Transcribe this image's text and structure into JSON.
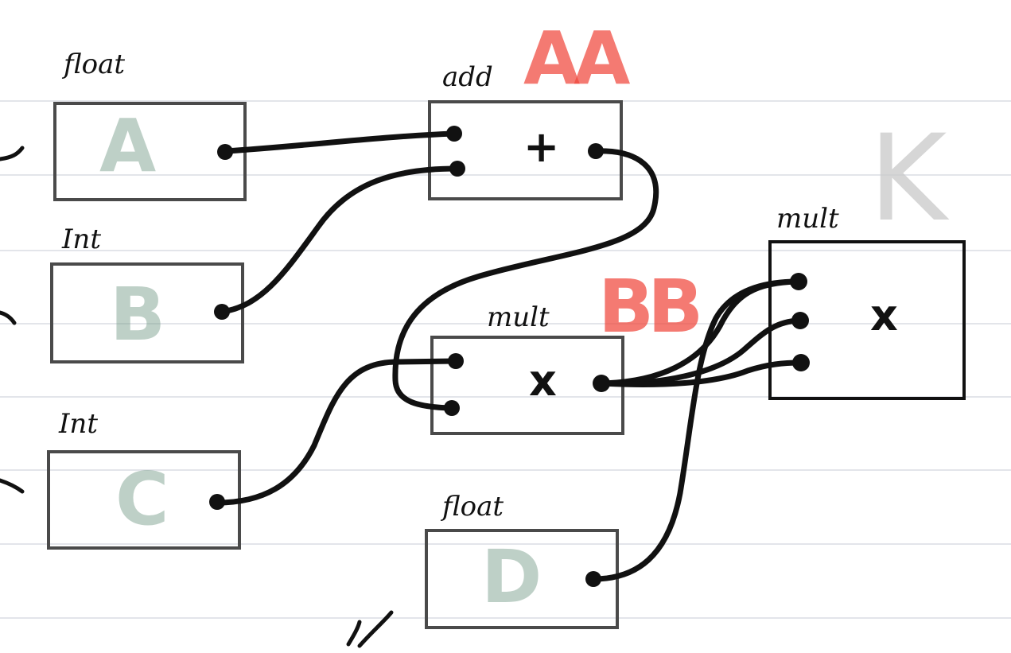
{
  "nodes": {
    "A": {
      "type": "float",
      "letter": "A"
    },
    "B": {
      "type": "Int",
      "letter": "B"
    },
    "C": {
      "type": "Int",
      "letter": "C"
    },
    "D": {
      "type": "float",
      "letter": "D"
    },
    "AA": {
      "type": "add",
      "op": "+",
      "tag": "AA"
    },
    "BB": {
      "type": "mult",
      "op": "x",
      "tag": "BB"
    },
    "K": {
      "type": "mult",
      "op": "x",
      "tag": "K"
    }
  },
  "colors": {
    "ink": "#111111",
    "box_border": "#4a4a4a",
    "letter_green": "#6e9682",
    "tag_red": "#f0463c",
    "tag_grey": "#c8c8c8",
    "ruled_line": "#e3e5ea"
  }
}
